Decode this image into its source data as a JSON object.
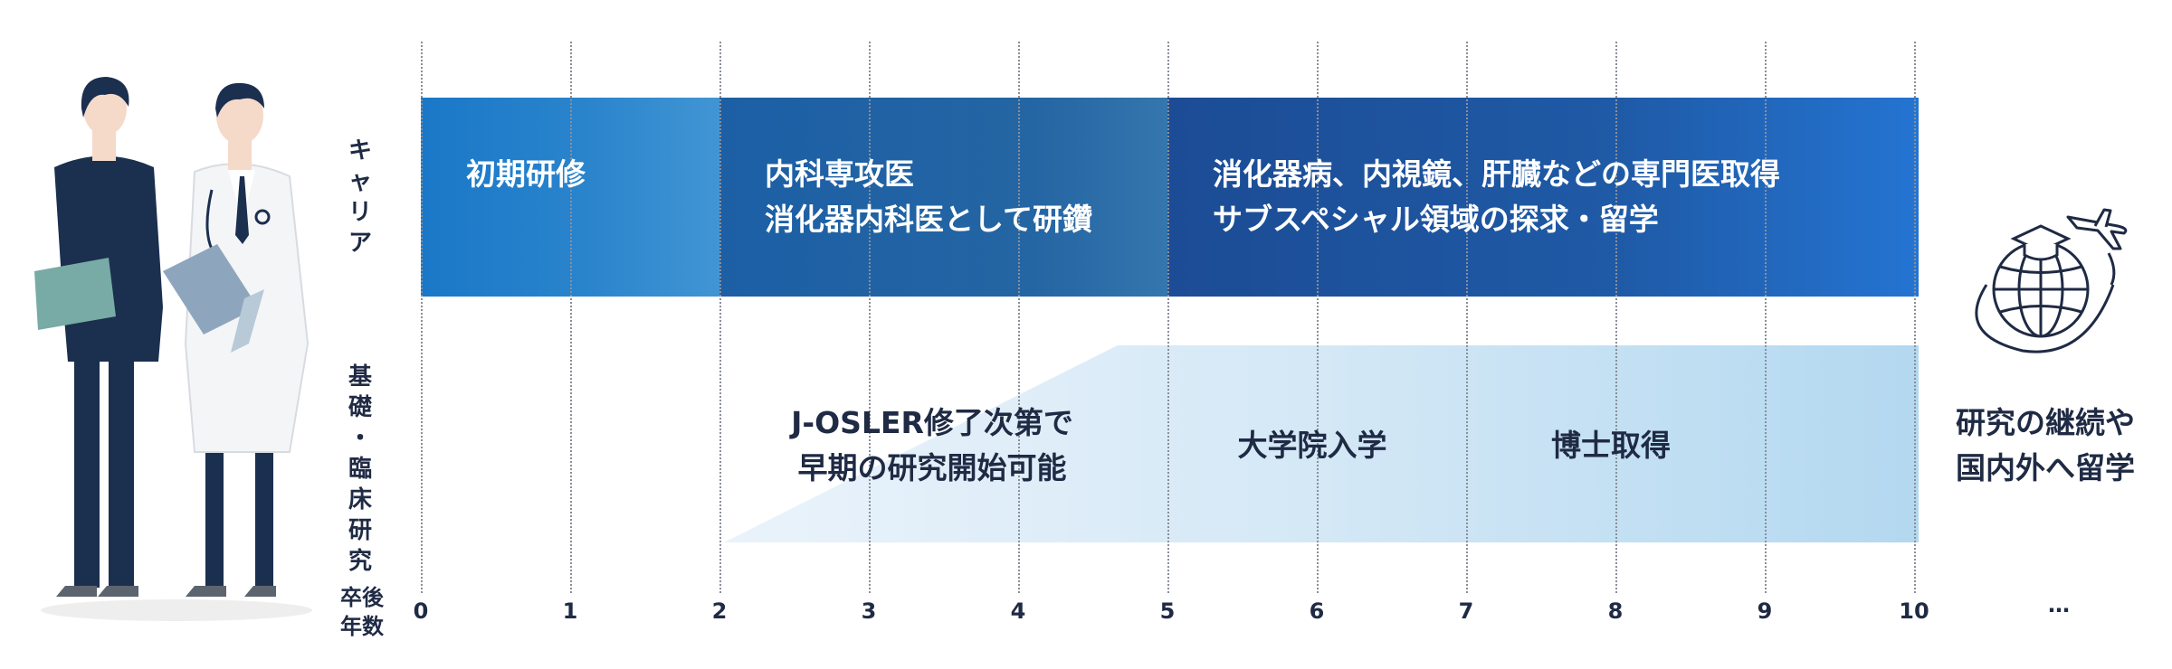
{
  "rows": {
    "career_label": [
      "キ",
      "ャ",
      "リ",
      "ア"
    ],
    "research_label": [
      "基",
      "礎",
      "・",
      "臨",
      "床",
      "研",
      "究"
    ],
    "years_label": [
      "卒後",
      "年数"
    ]
  },
  "axis": {
    "ticks": [
      "0",
      "1",
      "2",
      "3",
      "4",
      "5",
      "6",
      "7",
      "8",
      "9",
      "10"
    ],
    "ellipsis": "…"
  },
  "career": {
    "phase1": [
      "初期研修"
    ],
    "phase2": [
      "内科専攻医",
      "消化器内科医として研鑽"
    ],
    "phase3": [
      "消化器病、内視鏡、肝臓などの専門医取得",
      "サブスペシャル領域の探求・留学"
    ]
  },
  "research": {
    "early": [
      "J-OSLER修了次第で",
      "早期の研究開始可能"
    ],
    "grad_school": "大学院入学",
    "phd": "博士取得"
  },
  "outcome": [
    "研究の継続や",
    "国内外へ留学"
  ]
}
